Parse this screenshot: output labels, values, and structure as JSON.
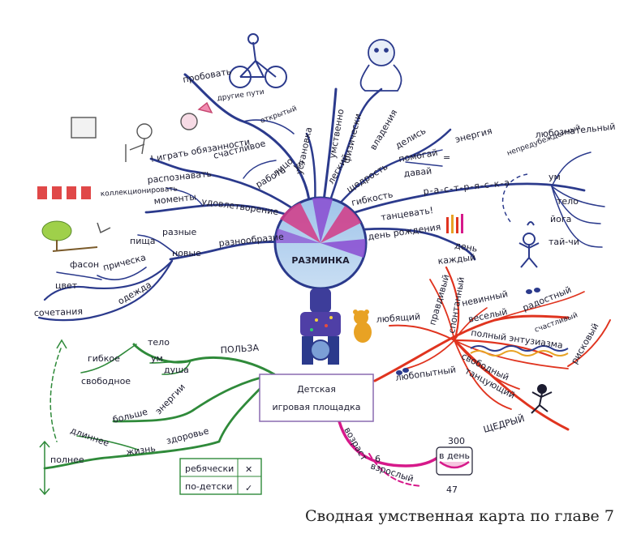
{
  "center": {
    "line1": "Детская",
    "line2": "игровая площадка"
  },
  "warmup": {
    "title": "РАЗМИНКА",
    "words": {
      "try": "пробовать",
      "other_ways": "другие пути",
      "open": "открытый",
      "happy": "счастливое",
      "face": "лицо",
      "attitude": "установка",
      "mind": "ум",
      "play_duties": "! играть обязанности",
      "work": "работа",
      "recognize": "распознавать",
      "collect": "коллекционировать",
      "moments": "моменты",
      "satisfaction": "удовлетворение",
      "mentally": "умственно",
      "physically": "физически",
      "light": "легкий",
      "mastery": "владения",
      "generosity": "щедрость",
      "share": "делись",
      "help": "помогай",
      "give": "давай",
      "equals": "=",
      "energy": "энергия",
      "flexibility": "гибкость",
      "stretch": "р-а-с-т-р-я-с-к-а",
      "curious": "любознательный",
      "unbiased": "непредубежденный",
      "mind2": "ум",
      "body": "тело",
      "yoga": "йога",
      "taichi": "тай-чи",
      "dance": "танцевать!",
      "birthday": "день рождения",
      "day": "день",
      "every": "каждый",
      "variety": "разнообразие",
      "various": "разные",
      "new": "новые",
      "food": "пища",
      "hairstyle": "прическа",
      "clothes": "одежда",
      "style": "фасон",
      "color": "цвет",
      "combinations": "сочетания"
    }
  },
  "benefit": {
    "title": "ПОЛЬЗА",
    "words": {
      "body": "тело",
      "mind": "ум",
      "soul": "душа",
      "flexible": "гибкое",
      "free": "свободное",
      "more": "больше",
      "energy": "энергии",
      "health": "здоровье",
      "life": "жизнь",
      "longer": "длиннее",
      "fuller": "полнее"
    },
    "table": {
      "row1": "ребячески",
      "mark1": "✕",
      "row2": "по-детски",
      "mark2": "✓"
    }
  },
  "generous": {
    "title": "ЩЕДРЫЙ",
    "words": {
      "spontaneous": "спонтанный",
      "truthful": "правдивый",
      "loving": "любящий",
      "innocent": "невинный",
      "cheerful": "веселый",
      "joyful": "радостный",
      "happy": "счастливый",
      "full_enthusiasm": "полный энтузиазма",
      "risky": "рисковый",
      "free": "свободный",
      "dancing": "танцующий",
      "curious": "любопытный"
    }
  },
  "age": {
    "title": "возраст",
    "val6": "6",
    "adult": "взрослый",
    "v300": "300",
    "per_day": "в день",
    "v47": "47"
  },
  "caption": "Сводная умственная карта по главе 7",
  "colors": {
    "blue": "#2b3a8c",
    "green": "#2f8a3a",
    "red": "#e0341f",
    "magenta": "#d6198a",
    "ink": "#1c1c30"
  }
}
